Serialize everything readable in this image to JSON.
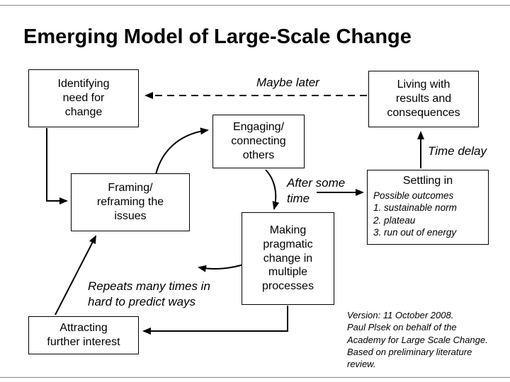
{
  "slide": {
    "title": "Emerging Model of Large-Scale Change",
    "credit": "Version: 11 October 2008.\nPaul Plsek on behalf of the\nAcademy for Large Scale Change.\nBased on preliminary literature\nreview."
  },
  "boxes": {
    "identifying_need": "Identifying\nneed for\nchange",
    "engaging_connecting": "Engaging/\nconnecting\nothers",
    "living_with_results": "Living with\nresults and\nconsequences",
    "framing_reframing": "Framing/\nreframing the\nissues",
    "making_pragmatic": "Making\npragmatic\nchange in\nmultiple\nprocesses",
    "attracting_interest": "Attracting\nfurther interest",
    "settling_in": {
      "heading": "Settling in",
      "outcomes": "Possible outcomes\n1. sustainable norm\n2. plateau\n3. run out of energy"
    }
  },
  "annotations": {
    "maybe_later": "Maybe later",
    "time_delay": "Time delay",
    "after_some_time": "After some\ntime",
    "repeats": "Repeats many times in\nhard to predict ways"
  },
  "colors": {
    "line": "#000000",
    "border": "#000000",
    "background": "#ffffff"
  }
}
